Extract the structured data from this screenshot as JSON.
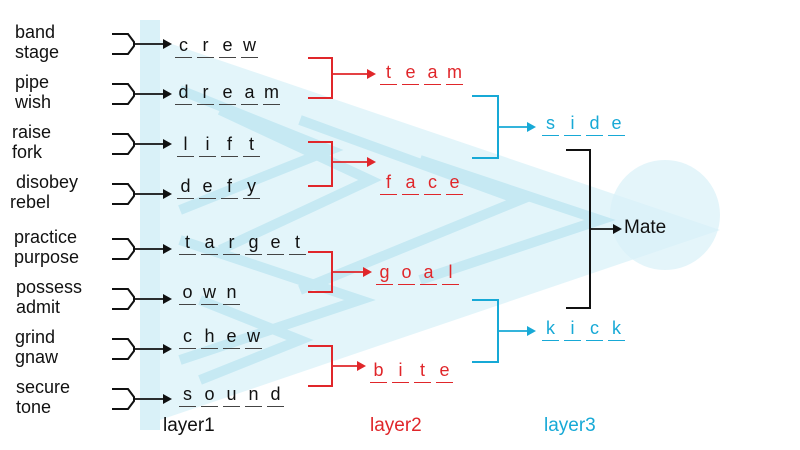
{
  "colors": {
    "layer1": "#111111",
    "layer2": "#e0262a",
    "layer3": "#17a9d6",
    "background_pattern": "#d6f0f7"
  },
  "clues": [
    [
      "band",
      "stage"
    ],
    [
      "pipe",
      "wish"
    ],
    [
      "raise",
      "fork"
    ],
    [
      "disobey",
      "rebel"
    ],
    [
      "practice",
      "purpose"
    ],
    [
      "possess",
      "admit"
    ],
    [
      "grind",
      "gnaw"
    ],
    [
      "secure",
      "tone"
    ]
  ],
  "layer1_words": [
    "crew",
    "dream",
    "lift",
    "defy",
    "target",
    "own",
    "chew",
    "sound"
  ],
  "layer2_words": [
    "team",
    "face",
    "goal",
    "bite"
  ],
  "layer3_words": [
    "side",
    "kick"
  ],
  "final_answer": "Mate",
  "layer_labels": [
    "layer1",
    "layer2",
    "layer3"
  ]
}
